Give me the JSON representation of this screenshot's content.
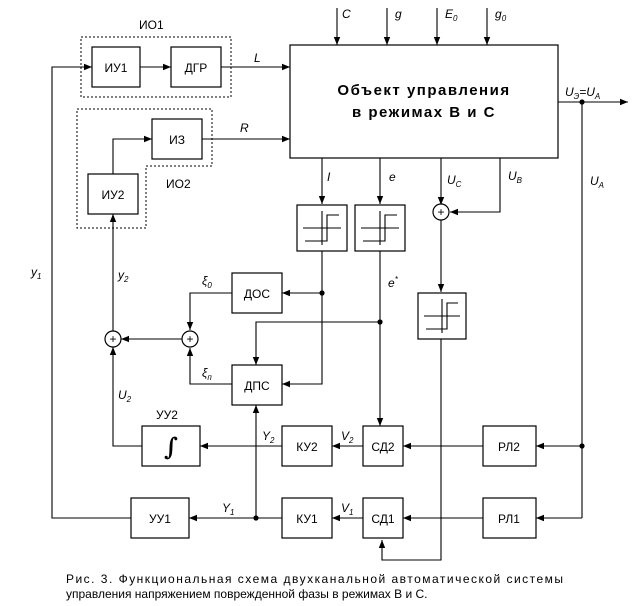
{
  "object_block": {
    "line1": "Объект управления",
    "line2": "в режимах В и С"
  },
  "blocks": {
    "iu1": "ИУ1",
    "dgr": "ДГР",
    "iz": "ИЗ",
    "iu2": "ИУ2",
    "dos": "ДОС",
    "dps": "ДПС",
    "ku2": "КУ2",
    "sd2": "СД2",
    "rl2": "РЛ2",
    "uu1": "УУ1",
    "ku1": "КУ1",
    "sd1": "СД1",
    "rl1": "РЛ1",
    "integrator": "∫"
  },
  "groups": {
    "io1": "ИО1",
    "io2": "ИО2",
    "uu2": "УУ2"
  },
  "inputs": {
    "c": "C",
    "g": "g",
    "e0": "E",
    "e0_sub": "0",
    "g0": "g",
    "g0_sub": "0"
  },
  "signals": {
    "L": "L",
    "R": "R",
    "I": "I",
    "e": "e",
    "estar": "e",
    "estar_sup": "*",
    "uc": "U",
    "uc_sub": "C",
    "ub": "U",
    "ub_sub": "B",
    "ua": "U",
    "ua_sub": "A",
    "out_u": "U",
    "out_u_sub": "Э",
    "out_eq": "=U",
    "out_eq_sub": "A",
    "y1": "y",
    "y1_sub": "1",
    "y2": "y",
    "y2_sub": "2",
    "xi0": "ξ",
    "xi0_sub": "0",
    "xip": "ξ",
    "xip_sub": "п",
    "U2": "U",
    "U2_sub": "2",
    "Y2": "Y",
    "Y2_sub": "2",
    "V2": "V",
    "V2_sub": "2",
    "Y1": "Y",
    "Y1_sub": "1",
    "V1": "V",
    "V1_sub": "1"
  },
  "sum_symbol": "+",
  "caption": {
    "line1": "Рис. 3. Функциональная схема двухканальной автоматической системы",
    "line2": "управления напряжением поврежденной фазы в режимах В и С."
  }
}
